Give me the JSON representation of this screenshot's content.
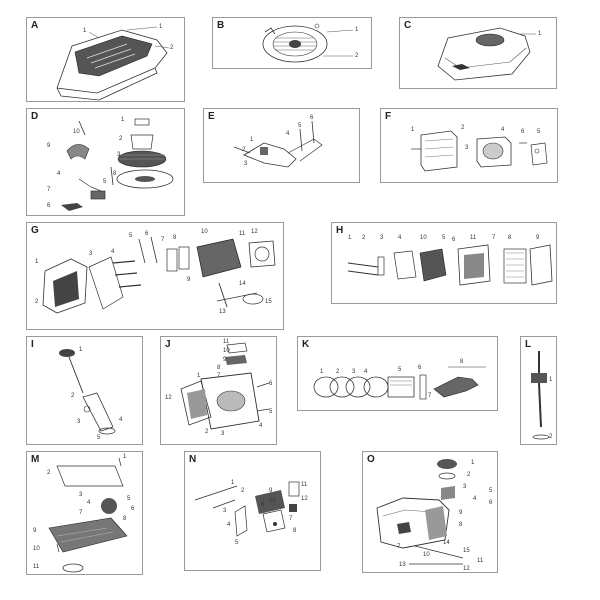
{
  "panels": [
    {
      "id": "A",
      "letter": "A",
      "numbers": [
        "1",
        "1",
        "2"
      ]
    },
    {
      "id": "B",
      "letter": "B",
      "numbers": [
        "1",
        "2"
      ]
    },
    {
      "id": "C",
      "letter": "C",
      "numbers": [
        "1"
      ]
    },
    {
      "id": "D",
      "letter": "D",
      "numbers": [
        "10",
        "9",
        "1",
        "2",
        "3",
        "4",
        "5",
        "8",
        "7",
        "6"
      ]
    },
    {
      "id": "E",
      "letter": "E",
      "numbers": [
        "1",
        "2",
        "3",
        "4",
        "5",
        "6"
      ]
    },
    {
      "id": "F",
      "letter": "F",
      "numbers": [
        "1",
        "2",
        "3",
        "4",
        "5",
        "6"
      ]
    },
    {
      "id": "G",
      "letter": "G",
      "numbers": [
        "1",
        "2",
        "3",
        "4",
        "5",
        "6",
        "7",
        "8",
        "9",
        "10",
        "11",
        "12",
        "13",
        "14",
        "15"
      ]
    },
    {
      "id": "H",
      "letter": "H",
      "numbers": [
        "1",
        "2",
        "3",
        "4",
        "5",
        "6",
        "7",
        "8",
        "9",
        "10",
        "11"
      ]
    },
    {
      "id": "I",
      "letter": "I",
      "numbers": [
        "1",
        "2",
        "3",
        "4",
        "5"
      ]
    },
    {
      "id": "J",
      "letter": "J",
      "numbers": [
        "11",
        "10",
        "9",
        "8",
        "7",
        "1",
        "2",
        "3",
        "4",
        "5",
        "6",
        "12"
      ]
    },
    {
      "id": "K",
      "letter": "K",
      "numbers": [
        "1",
        "2",
        "3",
        "4",
        "5",
        "6",
        "7",
        "8"
      ]
    },
    {
      "id": "L",
      "letter": "L",
      "numbers": [
        "1",
        "2"
      ]
    },
    {
      "id": "M",
      "letter": "M",
      "numbers": [
        "1",
        "2",
        "3",
        "4",
        "5",
        "6",
        "7",
        "8",
        "9",
        "10",
        "11"
      ]
    },
    {
      "id": "N",
      "letter": "N",
      "numbers": [
        "1",
        "2",
        "3",
        "4",
        "5",
        "6",
        "7",
        "8",
        "9",
        "10",
        "11",
        "12"
      ]
    },
    {
      "id": "O",
      "letter": "O",
      "numbers": [
        "1",
        "2",
        "3",
        "4",
        "5",
        "6",
        "7",
        "8",
        "9",
        "10",
        "11",
        "12",
        "13",
        "14",
        "15"
      ]
    }
  ]
}
